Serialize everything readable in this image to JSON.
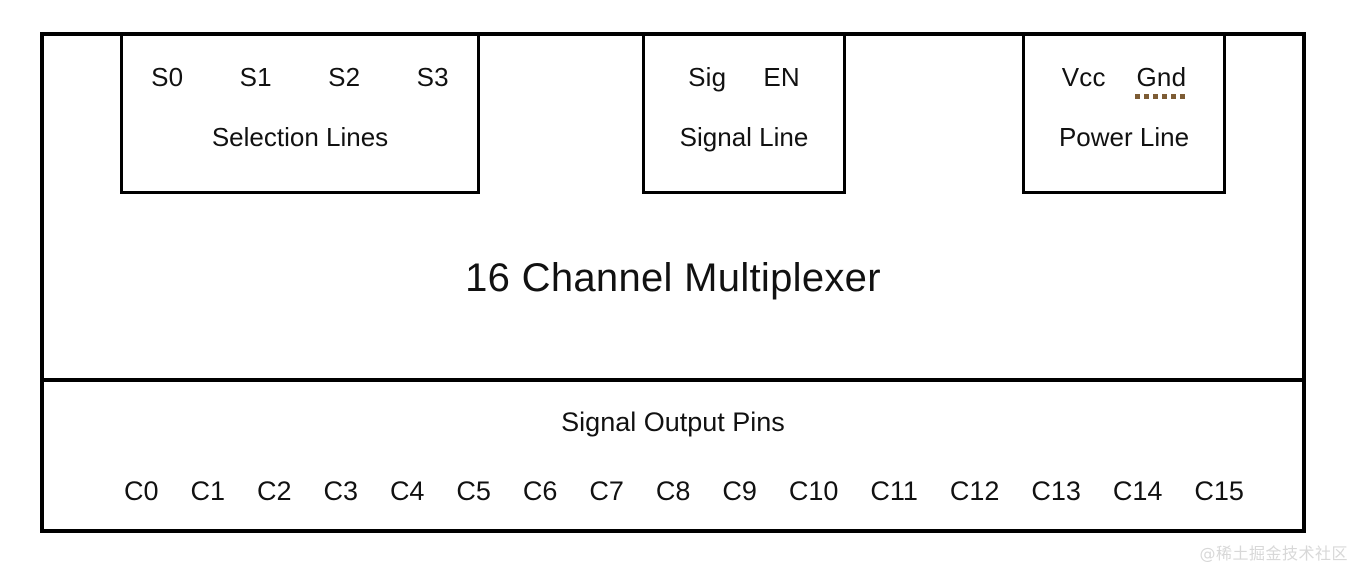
{
  "diagram": {
    "title": "16 Channel Multiplexer",
    "pin_groups": [
      {
        "name": "selection-lines",
        "caption": "Selection Lines",
        "pins": [
          "S0",
          "S1",
          "S2",
          "S3"
        ]
      },
      {
        "name": "signal-line",
        "caption": "Signal Line",
        "pins": [
          "Sig",
          "EN"
        ]
      },
      {
        "name": "power-line",
        "caption": "Power Line",
        "pins": [
          "Vcc",
          "Gnd"
        ]
      }
    ],
    "output_section": {
      "caption": "Signal Output Pins",
      "channels": [
        "C0",
        "C1",
        "C2",
        "C3",
        "C4",
        "C5",
        "C6",
        "C7",
        "C8",
        "C9",
        "C10",
        "C11",
        "C12",
        "C13",
        "C14",
        "C15"
      ]
    },
    "annotations": {
      "spellcheck_underline_target": "Gnd",
      "spellcheck_underline_color": "#7d5c34"
    },
    "colors": {
      "stroke": "#000000",
      "background": "#ffffff",
      "text": "#111111",
      "watermark": "#d8d8d8"
    }
  },
  "watermark": {
    "text": "@稀土掘金技术社区"
  }
}
